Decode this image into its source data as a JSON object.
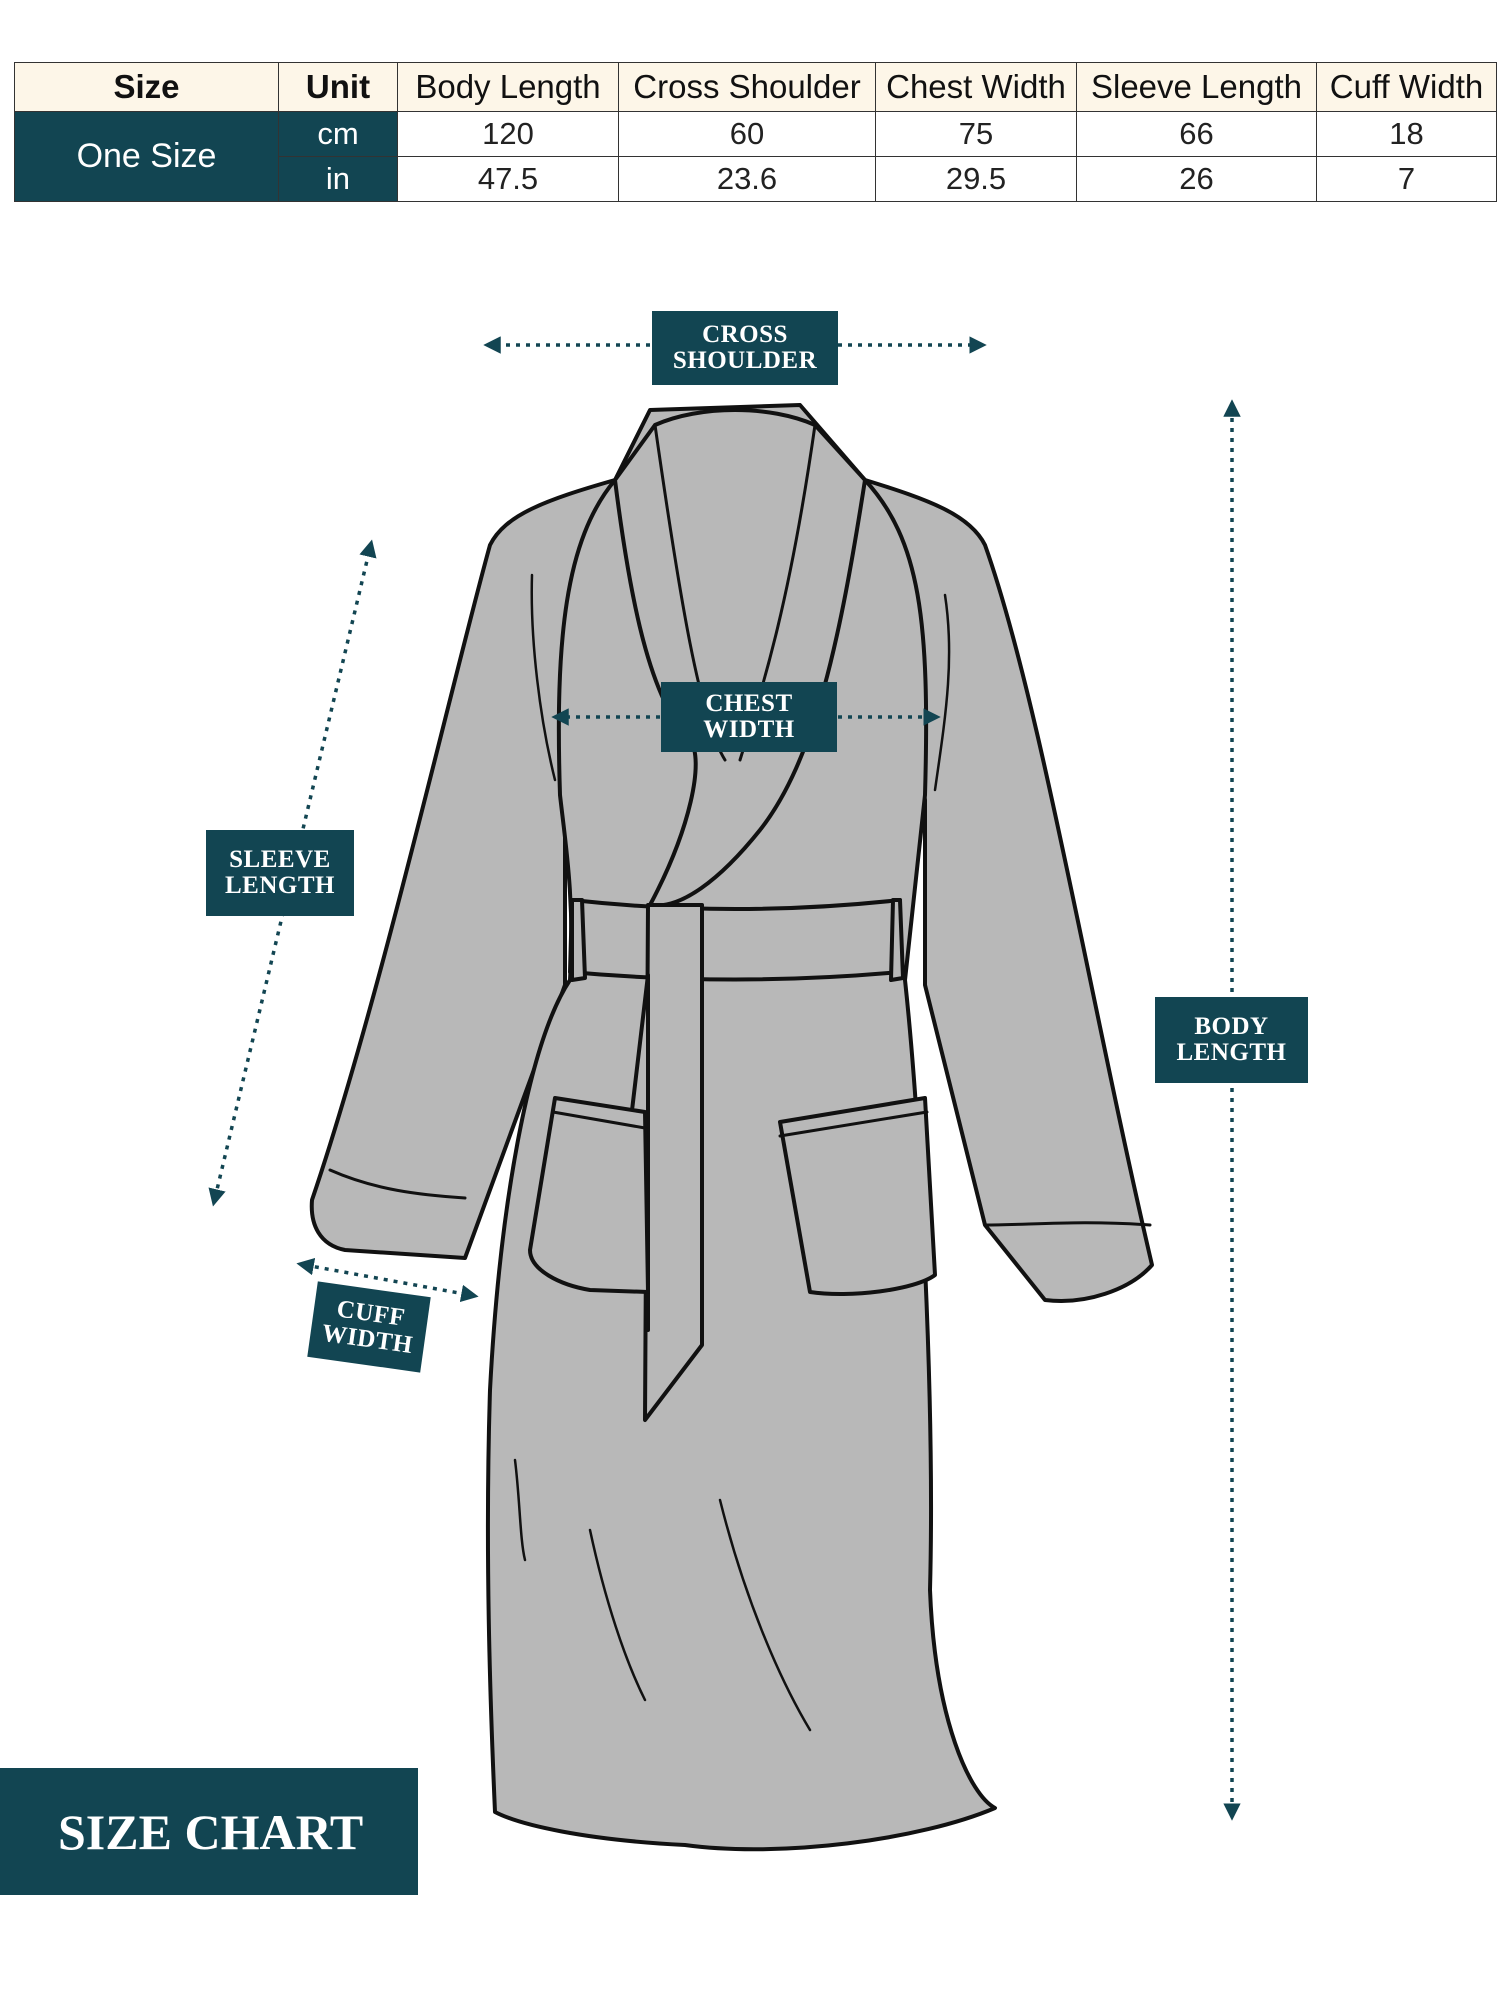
{
  "table": {
    "headers": [
      "Size",
      "Unit",
      "Body Length",
      "Cross Shoulder",
      "Chest Width",
      "Sleeve Length",
      "Cuff Width"
    ],
    "size": "One Size",
    "rows": [
      {
        "unit": "cm",
        "values": [
          "120",
          "60",
          "75",
          "66",
          "18"
        ]
      },
      {
        "unit": "in",
        "values": [
          "47.5",
          "23.6",
          "29.5",
          "26",
          "7"
        ]
      }
    ]
  },
  "labels": {
    "cross_shoulder": [
      "CROSS",
      "SHOULDER"
    ],
    "chest_width": [
      "CHEST",
      "WIDTH"
    ],
    "sleeve_length": [
      "SLEEVE",
      "LENGTH"
    ],
    "body_length": [
      "BODY",
      "LENGTH"
    ],
    "cuff_width": [
      "CUFF",
      "WIDTH"
    ]
  },
  "badge": "SIZE CHART",
  "colors": {
    "accent": "#124552",
    "header_bg": "#fdf6e8",
    "garment": "#b8b8b8"
  }
}
